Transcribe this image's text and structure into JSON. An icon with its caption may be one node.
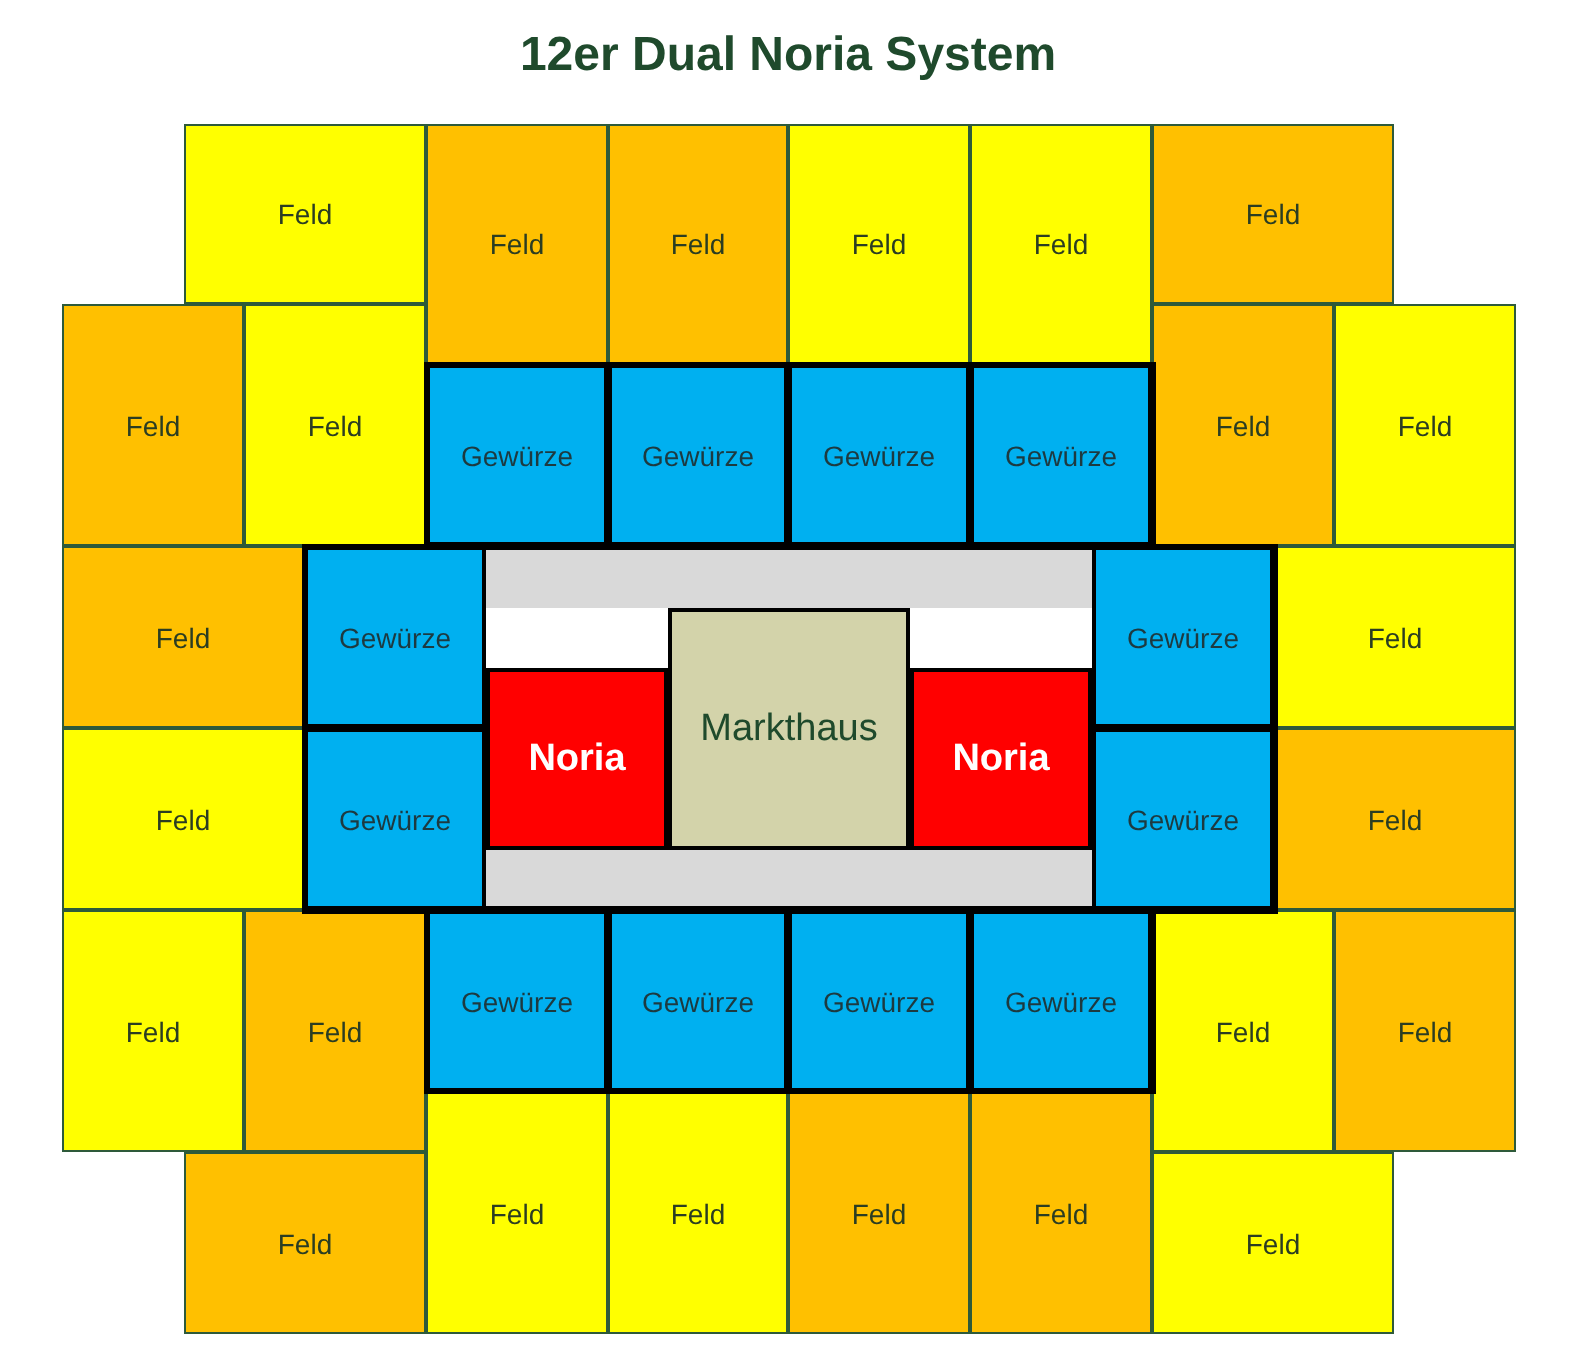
{
  "diagram": {
    "title": "12er Dual Noria System",
    "nodes": [
      {
        "text": [
          "Feld"
        ]
      },
      {
        "text": [
          "Feld"
        ]
      },
      {
        "text": [
          "Feld"
        ]
      },
      {
        "text": [
          "Feld"
        ]
      },
      {
        "text": [
          "Feld"
        ]
      },
      {
        "text": [
          "Feld"
        ]
      },
      {
        "text": [
          "Feld"
        ]
      },
      {
        "text": [
          "Feld"
        ]
      },
      {
        "text": [
          "Gewürze"
        ]
      },
      {
        "text": [
          "Gewürze"
        ]
      },
      {
        "text": [
          "Gewürze"
        ]
      },
      {
        "text": [
          "Gewürze"
        ]
      },
      {
        "text": [
          "Feld"
        ]
      },
      {
        "text": [
          "Feld"
        ]
      },
      {
        "text": [
          "Feld"
        ]
      },
      {
        "text": [
          "Gewürze"
        ]
      },
      {
        "text": [
          "Noria"
        ]
      },
      {
        "text": [
          "Markthaus"
        ]
      },
      {
        "text": [
          "Noria"
        ]
      },
      {
        "text": [
          "Gewürze"
        ]
      },
      {
        "text": [
          "Feld"
        ]
      },
      {
        "text": [
          "Feld"
        ]
      },
      {
        "text": [
          "Gewürze"
        ]
      },
      {
        "text": [
          "Gewürze"
        ]
      },
      {
        "text": [
          "Feld"
        ]
      },
      {
        "text": [
          "Feld"
        ]
      },
      {
        "text": [
          "Feld"
        ]
      },
      {
        "text": [
          "Gewürze"
        ]
      },
      {
        "text": [
          "Gewürze"
        ]
      },
      {
        "text": [
          "Gewürze"
        ]
      },
      {
        "text": [
          "Gewürze"
        ]
      },
      {
        "text": [
          "Feld"
        ]
      },
      {
        "text": [
          "Feld"
        ]
      },
      {
        "text": [
          "Feld"
        ]
      },
      {
        "text": [
          "Feld"
        ]
      },
      {
        "text": [
          "Feld"
        ]
      },
      {
        "text": [
          "Feld"
        ]
      },
      {
        "text": [
          "Feld"
        ]
      },
      {
        "text": [
          "Feld"
        ]
      },
      {
        "text": [],
        "shape": "bar"
      },
      {
        "text": [],
        "shape": "bar"
      }
    ]
  }
}
